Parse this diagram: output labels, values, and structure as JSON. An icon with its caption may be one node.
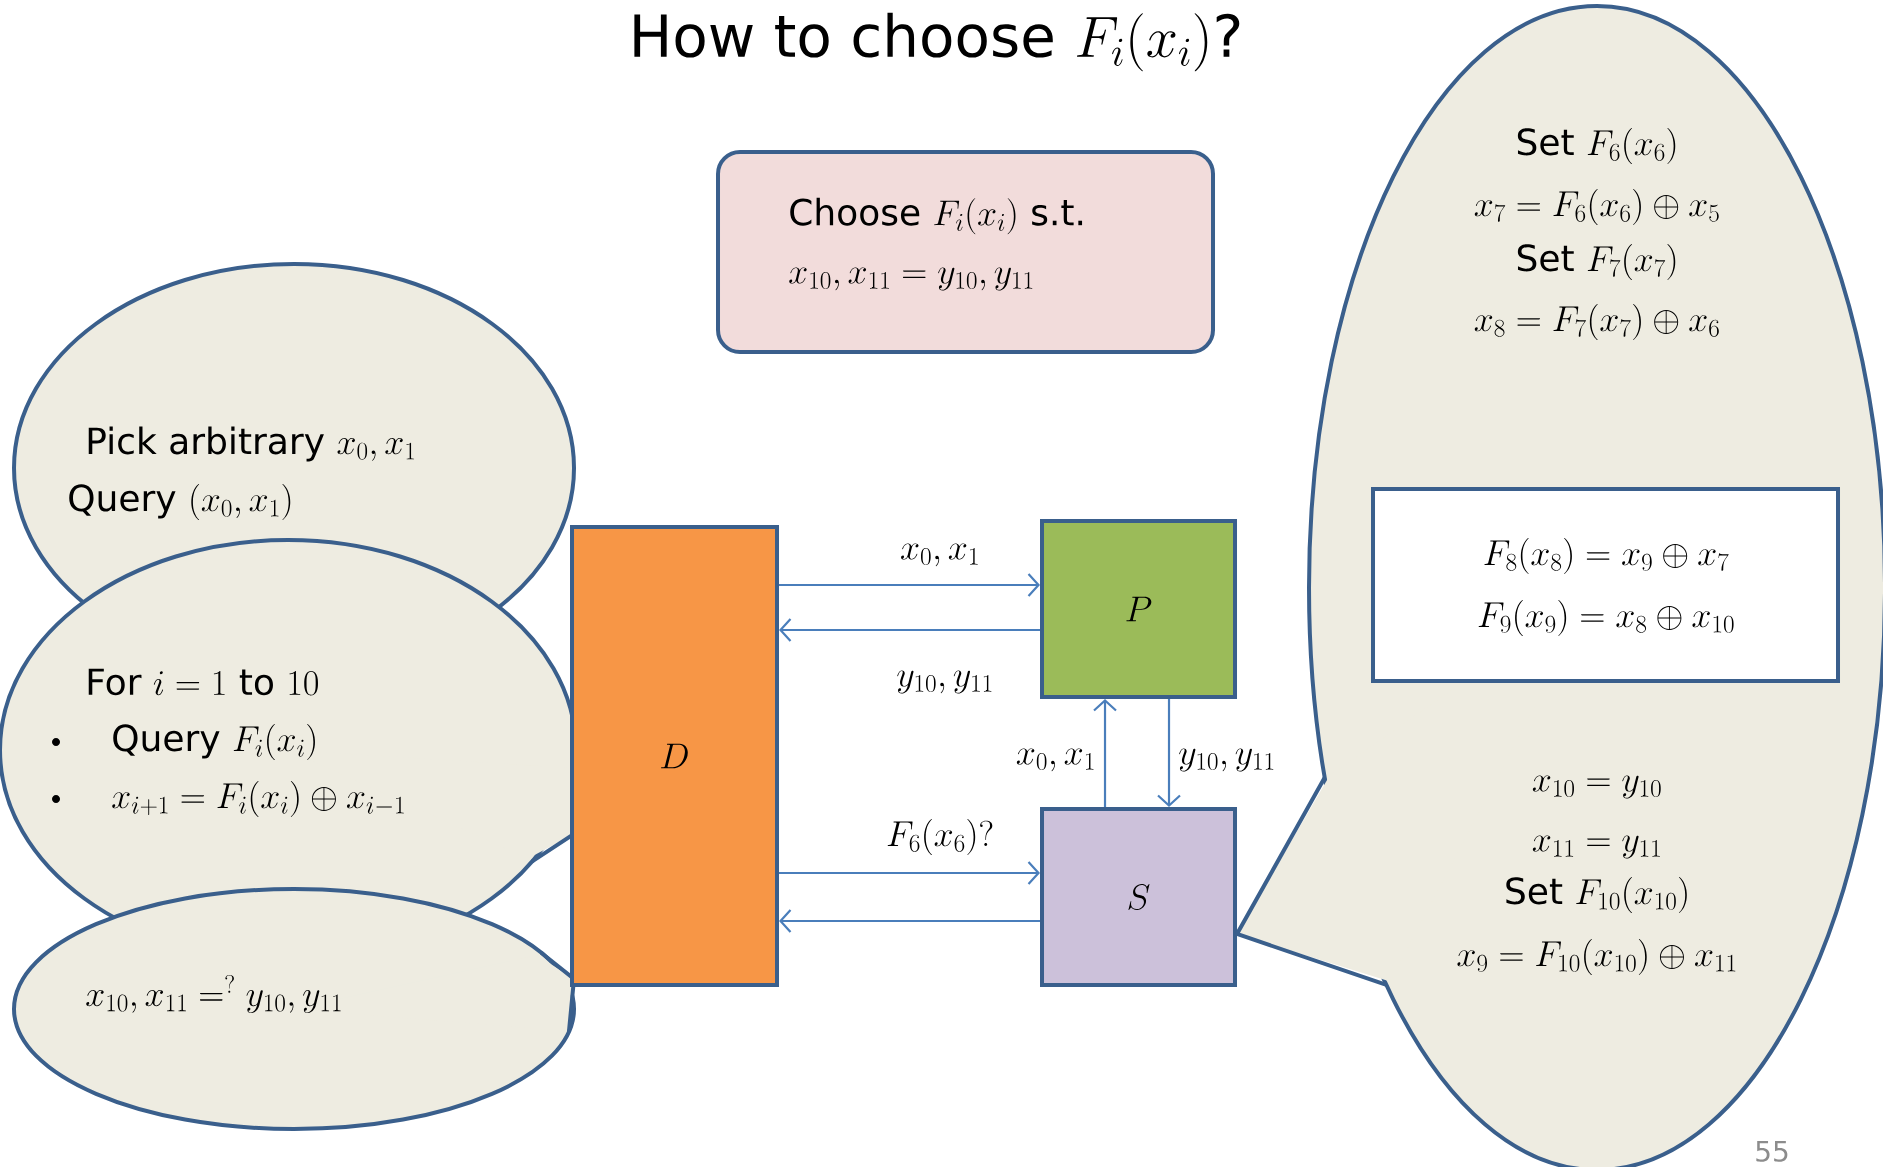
{
  "diagram": {
    "title": "\\text{How to choose } F_i(x_i)\\text{?}",
    "nodes": [
      {
        "text": [
          "\\text{Choose } F_i(x_i) \\text{ s.t.}",
          "x_{10}, x_{11} = y_{10}, y_{11}"
        ]
      },
      {
        "text": [
          "\\text{Pick arbitrary } x_0, x_1",
          "\\text{Query } (x_0, x_1)"
        ]
      },
      {
        "text": [
          "\\text{For } i = 1 \\text{ to } 10",
          "\\text{Query } F_i(x_i)",
          "x_{i+1} = F_i(x_i) \\oplus x_{i-1}"
        ]
      },
      {
        "text": [
          "x_{10}, x_{11} =^{?} y_{10}, y_{11}"
        ]
      },
      {
        "text": [
          "D"
        ]
      },
      {
        "text": [
          "P"
        ]
      },
      {
        "text": [
          "S"
        ]
      },
      {
        "text": [
          "\\text{Set } F_6(x_6)",
          "x_7 = F_6(x_6) \\oplus x_5",
          "\\text{Set } F_7(x_7)",
          "x_8 = F_7(x_7) \\oplus x_6",
          "x_{10} = y_{10}",
          "x_{11} = y_{11}",
          "\\text{Set } F_{10}(x_{10})",
          "x_9 = F_{10}(x_{10}) \\oplus x_{11}"
        ]
      },
      {
        "text": [
          "F_8(x_8) = x_9 \\oplus x_7",
          "F_9(x_9) = x_8 \\oplus x_{10}"
        ],
        "in": 7
      }
    ],
    "edges": [
      {
        "from": 4,
        "to": 5,
        "arrow": "to",
        "label": "x_0, x_1"
      },
      {
        "from": 5,
        "to": 4,
        "arrow": "to",
        "label": "y_{10}, y_{11}"
      },
      {
        "from": 6,
        "to": 5,
        "arrow": "to",
        "label": "x_0, x_1"
      },
      {
        "from": 5,
        "to": 6,
        "arrow": "to",
        "label": "y_{10}, y_{11}"
      },
      {
        "from": 4,
        "to": 6,
        "arrow": "to",
        "label": "F_6(x_6)?"
      },
      {
        "from": 6,
        "to": 4,
        "arrow": "to"
      }
    ],
    "labels": [
      "55"
    ]
  }
}
